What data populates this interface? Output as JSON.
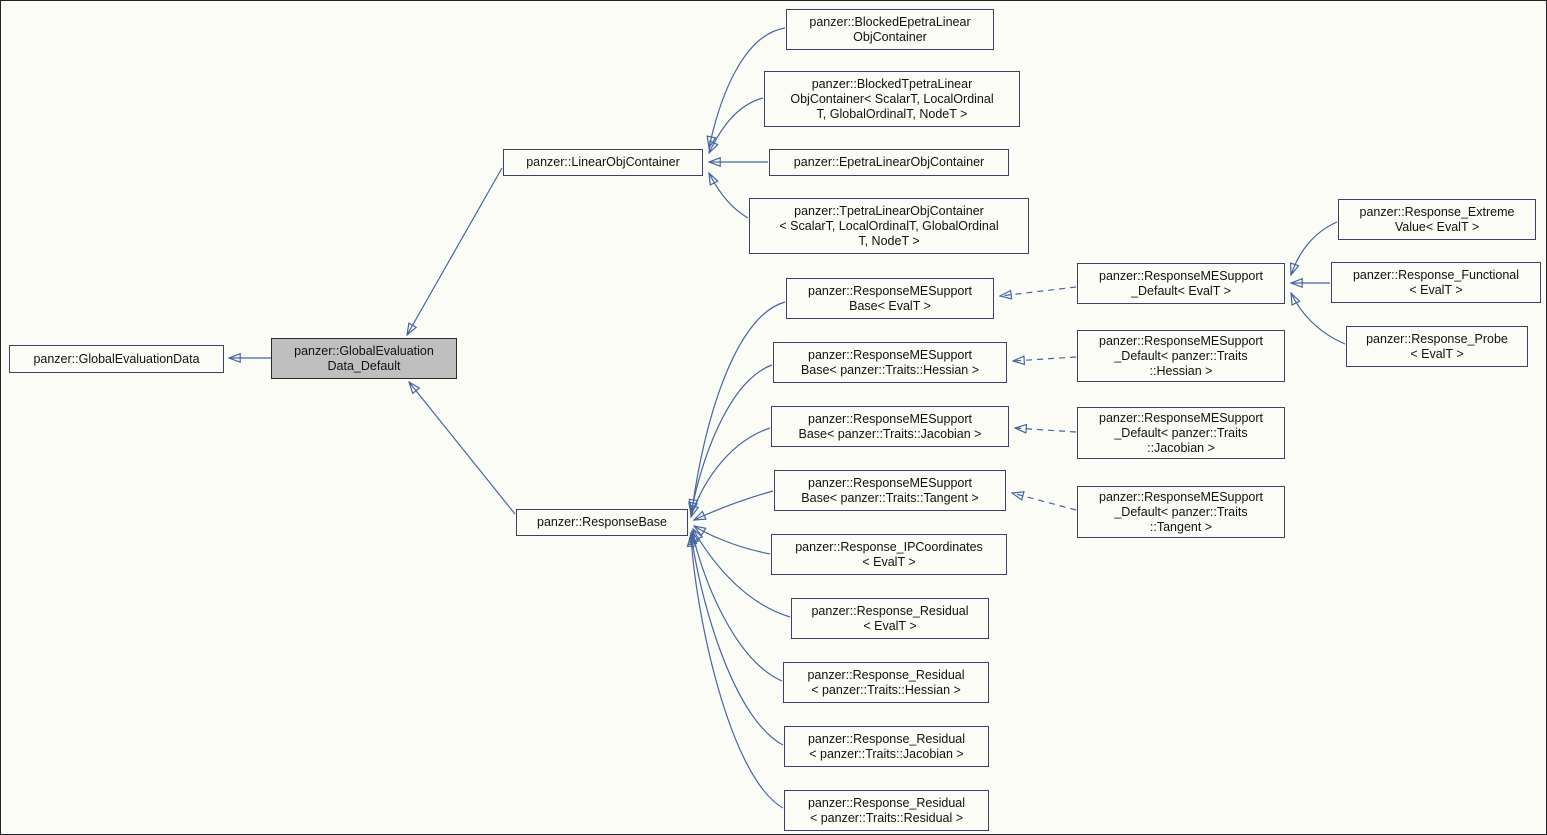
{
  "diagram": {
    "type": "inheritance-graph",
    "colors": {
      "edge": "#4665a2",
      "node_border": "#404060",
      "selected_node_fill": "#bfbfbf",
      "background": "#fbfcf5"
    },
    "nodes": [
      {
        "id": "global-evaluation-data",
        "label": "panzer::GlobalEvaluationData",
        "selected": false
      },
      {
        "id": "global-evaluation-data-default",
        "label": "panzer::GlobalEvaluation\nData_Default",
        "selected": true
      },
      {
        "id": "linear-obj-container",
        "label": "panzer::LinearObjContainer",
        "selected": false
      },
      {
        "id": "blocked-epetra-linear-obj-container",
        "label": "panzer::BlockedEpetraLinear\nObjContainer",
        "selected": false
      },
      {
        "id": "blocked-tpetra-linear-obj-container",
        "label": "panzer::BlockedTpetraLinear\nObjContainer< ScalarT, LocalOrdinal\nT, GlobalOrdinalT, NodeT >",
        "selected": false
      },
      {
        "id": "epetra-linear-obj-container",
        "label": "panzer::EpetraLinearObjContainer",
        "selected": false
      },
      {
        "id": "tpetra-linear-obj-container",
        "label": "panzer::TpetraLinearObjContainer\n< ScalarT, LocalOrdinalT, GlobalOrdinal\nT, NodeT >",
        "selected": false
      },
      {
        "id": "response-base",
        "label": "panzer::ResponseBase",
        "selected": false
      },
      {
        "id": "response-me-support-base-evalt",
        "label": "panzer::ResponseMESupport\nBase< EvalT >",
        "selected": false
      },
      {
        "id": "response-me-support-base-hessian",
        "label": "panzer::ResponseMESupport\nBase< panzer::Traits::Hessian >",
        "selected": false
      },
      {
        "id": "response-me-support-base-jacobian",
        "label": "panzer::ResponseMESupport\nBase< panzer::Traits::Jacobian >",
        "selected": false
      },
      {
        "id": "response-me-support-base-tangent",
        "label": "panzer::ResponseMESupport\nBase< panzer::Traits::Tangent >",
        "selected": false
      },
      {
        "id": "response-ipcoordinates-evalt",
        "label": "panzer::Response_IPCoordinates\n< EvalT >",
        "selected": false
      },
      {
        "id": "response-residual-evalt",
        "label": "panzer::Response_Residual\n< EvalT >",
        "selected": false
      },
      {
        "id": "response-residual-hessian",
        "label": "panzer::Response_Residual\n< panzer::Traits::Hessian >",
        "selected": false
      },
      {
        "id": "response-residual-jacobian",
        "label": "panzer::Response_Residual\n< panzer::Traits::Jacobian >",
        "selected": false
      },
      {
        "id": "response-residual-residual",
        "label": "panzer::Response_Residual\n< panzer::Traits::Residual >",
        "selected": false
      },
      {
        "id": "response-me-support-default-evalt",
        "label": "panzer::ResponseMESupport\n_Default< EvalT >",
        "selected": false
      },
      {
        "id": "response-me-support-default-hessian",
        "label": "panzer::ResponseMESupport\n_Default< panzer::Traits\n::Hessian >",
        "selected": false
      },
      {
        "id": "response-me-support-default-jacobian",
        "label": "panzer::ResponseMESupport\n_Default< panzer::Traits\n::Jacobian >",
        "selected": false
      },
      {
        "id": "response-me-support-default-tangent",
        "label": "panzer::ResponseMESupport\n_Default< panzer::Traits\n::Tangent >",
        "selected": false
      },
      {
        "id": "response-extreme-value-evalt",
        "label": "panzer::Response_Extreme\nValue< EvalT >",
        "selected": false
      },
      {
        "id": "response-functional-evalt",
        "label": "panzer::Response_Functional\n< EvalT >",
        "selected": false
      },
      {
        "id": "response-probe-evalt",
        "label": "panzer::Response_Probe\n< EvalT >",
        "selected": false
      }
    ],
    "edges": [
      {
        "derived": "global-evaluation-data-default",
        "base": "global-evaluation-data",
        "style": "solid"
      },
      {
        "derived": "linear-obj-container",
        "base": "global-evaluation-data-default",
        "style": "solid"
      },
      {
        "derived": "response-base",
        "base": "global-evaluation-data-default",
        "style": "solid"
      },
      {
        "derived": "blocked-epetra-linear-obj-container",
        "base": "linear-obj-container",
        "style": "solid"
      },
      {
        "derived": "blocked-tpetra-linear-obj-container",
        "base": "linear-obj-container",
        "style": "solid"
      },
      {
        "derived": "epetra-linear-obj-container",
        "base": "linear-obj-container",
        "style": "solid"
      },
      {
        "derived": "tpetra-linear-obj-container",
        "base": "linear-obj-container",
        "style": "solid"
      },
      {
        "derived": "response-me-support-base-evalt",
        "base": "response-base",
        "style": "solid"
      },
      {
        "derived": "response-me-support-base-hessian",
        "base": "response-base",
        "style": "solid"
      },
      {
        "derived": "response-me-support-base-jacobian",
        "base": "response-base",
        "style": "solid"
      },
      {
        "derived": "response-me-support-base-tangent",
        "base": "response-base",
        "style": "solid"
      },
      {
        "derived": "response-ipcoordinates-evalt",
        "base": "response-base",
        "style": "solid"
      },
      {
        "derived": "response-residual-evalt",
        "base": "response-base",
        "style": "solid"
      },
      {
        "derived": "response-residual-hessian",
        "base": "response-base",
        "style": "solid"
      },
      {
        "derived": "response-residual-jacobian",
        "base": "response-base",
        "style": "solid"
      },
      {
        "derived": "response-residual-residual",
        "base": "response-base",
        "style": "solid"
      },
      {
        "derived": "response-me-support-default-evalt",
        "base": "response-me-support-base-evalt",
        "style": "dashed"
      },
      {
        "derived": "response-me-support-default-hessian",
        "base": "response-me-support-base-hessian",
        "style": "dashed"
      },
      {
        "derived": "response-me-support-default-jacobian",
        "base": "response-me-support-base-jacobian",
        "style": "dashed"
      },
      {
        "derived": "response-me-support-default-tangent",
        "base": "response-me-support-base-tangent",
        "style": "dashed"
      },
      {
        "derived": "response-extreme-value-evalt",
        "base": "response-me-support-default-evalt",
        "style": "solid"
      },
      {
        "derived": "response-functional-evalt",
        "base": "response-me-support-default-evalt",
        "style": "solid"
      },
      {
        "derived": "response-probe-evalt",
        "base": "response-me-support-default-evalt",
        "style": "solid"
      }
    ]
  }
}
